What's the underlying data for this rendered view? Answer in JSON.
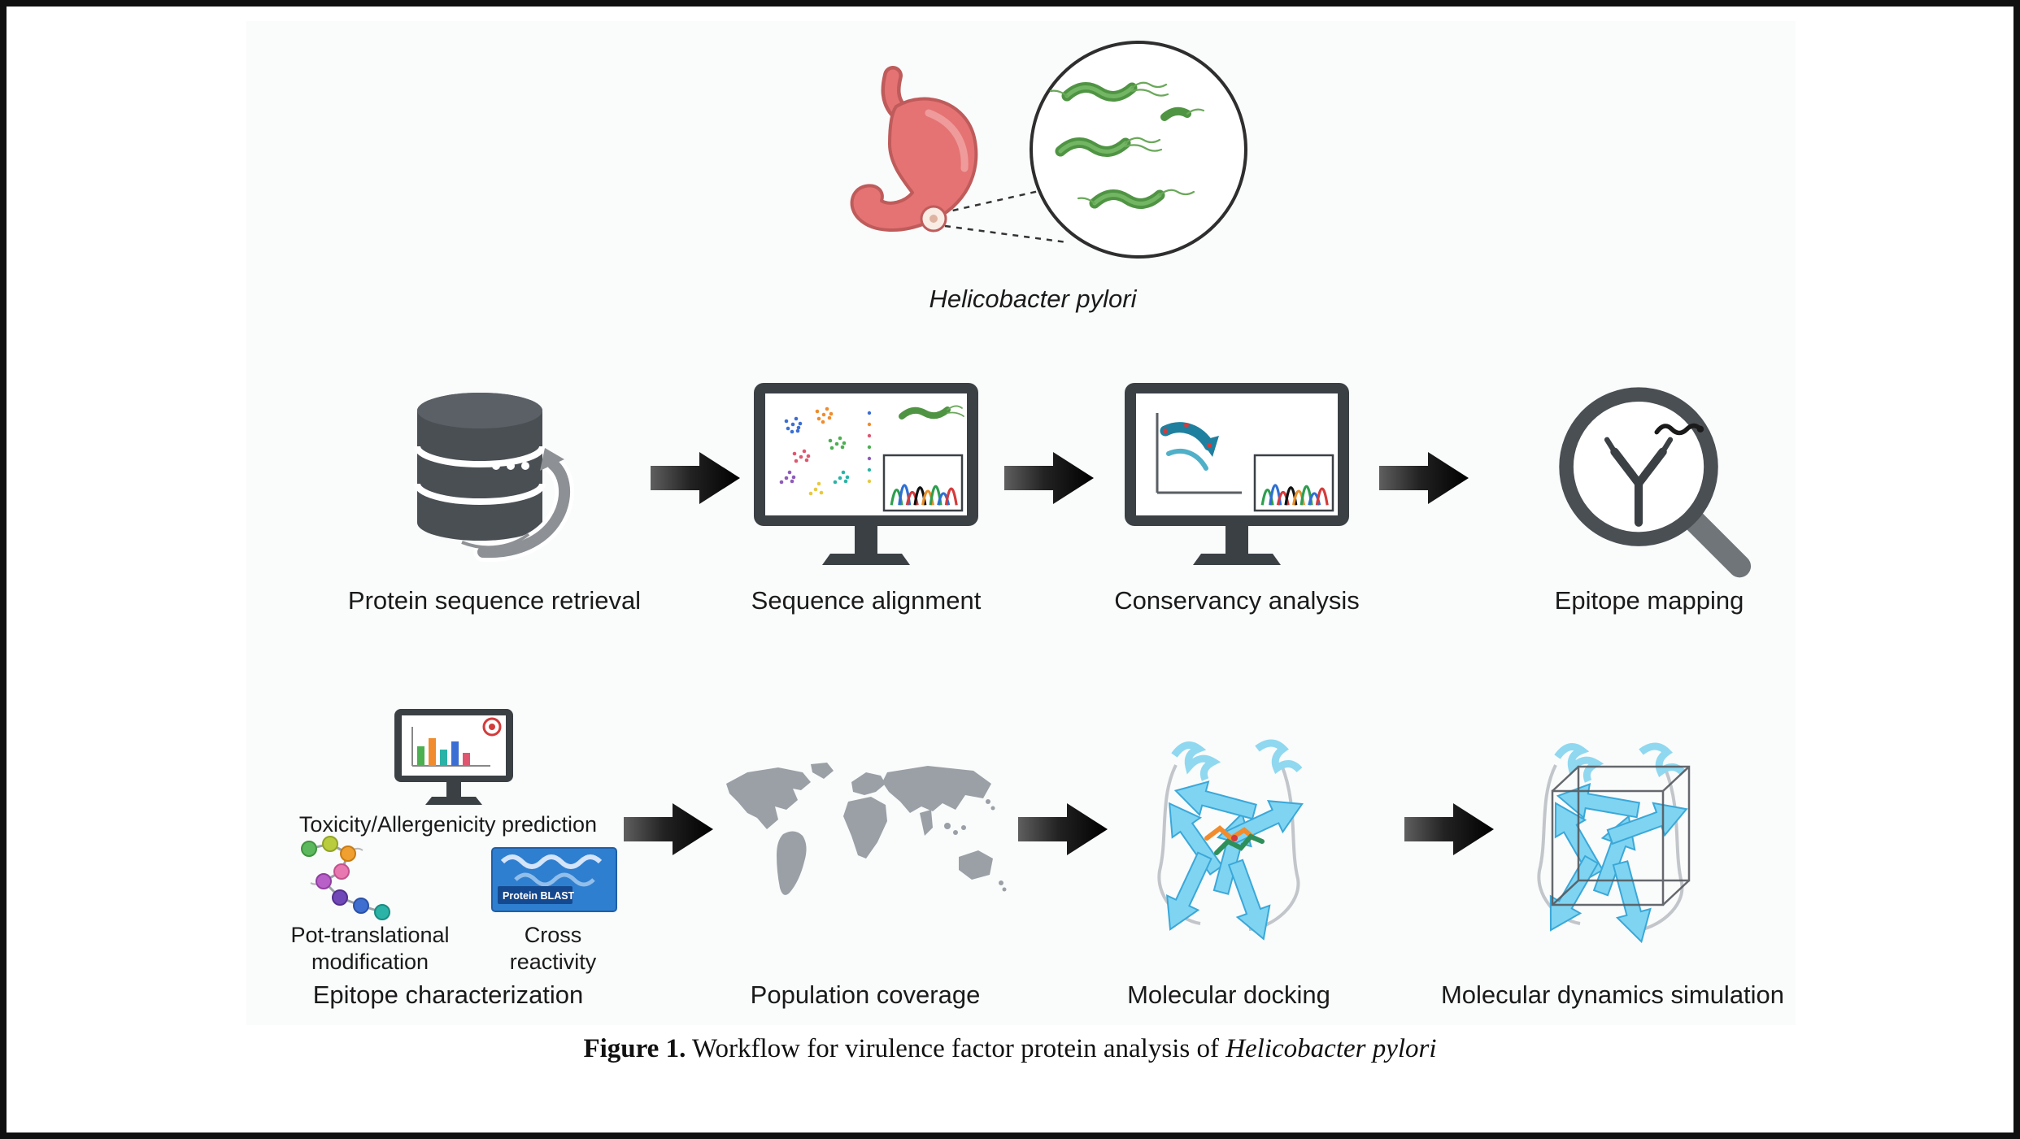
{
  "figure": {
    "organism_label": "Helicobacter pylori",
    "caption": {
      "prefix": "Figure 1.",
      "body": " Workflow for virulence factor protein analysis of ",
      "italic": "Helicobacter pylori"
    }
  },
  "row1": {
    "steps": [
      {
        "label": "Protein sequence retrieval"
      },
      {
        "label": "Sequence alignment"
      },
      {
        "label": "Conservancy analysis"
      },
      {
        "label": "Epitope mapping"
      }
    ]
  },
  "row2": {
    "epitope_characterization": {
      "toxicity_label": "Toxicity/Allergenicity prediction",
      "ptm_line1": "Pot-translational",
      "ptm_line2": "modification",
      "cross_line1": "Cross",
      "cross_line2": "reactivity",
      "blast_label": "Protein BLAST",
      "group_label": "Epitope characterization"
    },
    "steps": [
      {
        "label": "Population coverage"
      },
      {
        "label": "Molecular docking"
      },
      {
        "label": "Molecular dynamics simulation"
      }
    ]
  },
  "icons": [
    "stomach-icon",
    "bacteria-zoom-circle-icon",
    "database-icon",
    "monitor-sequence-alignment-icon",
    "monitor-conservancy-icon",
    "magnifier-antibody-icon",
    "toxicity-monitor-icon",
    "ptm-beads-icon",
    "protein-blast-box-icon",
    "world-map-icon",
    "molecular-docking-icon",
    "molecular-dynamics-cube-icon",
    "flow-arrow-icon"
  ],
  "colors": {
    "bacteria_green": "#4f9443",
    "stomach_red": "#e57373",
    "monitor_dark": "#3b4045",
    "protein_blue": "#7fd4f2",
    "blast_blue": "#2f7fd0",
    "map_gray": "#9aa0a6",
    "arrow_black": "#111111"
  }
}
